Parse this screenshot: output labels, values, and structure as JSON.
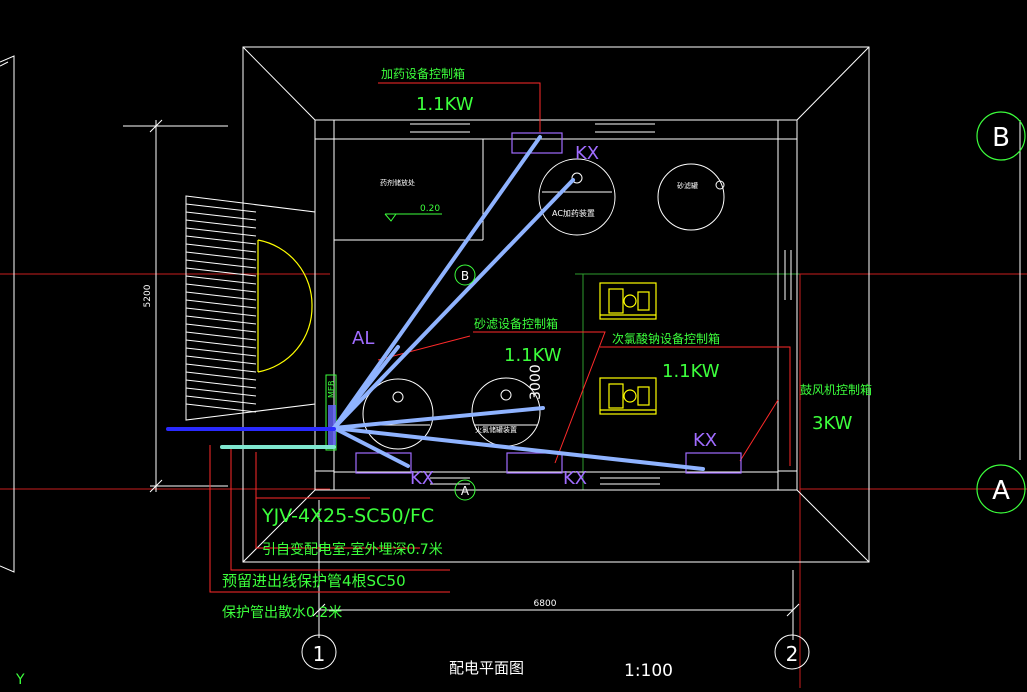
{
  "drawing": {
    "title": "配电平面图",
    "scale": "1:100"
  },
  "colors": {
    "background": "#000000",
    "wall": "#ffffff",
    "label_green": "#3cff3c",
    "leader_red": "#ff2a2a",
    "cable_light_blue": "#8fb3ff",
    "cable_blue": "#2a2aff",
    "cable_cyan": "#7fe7d0",
    "box_purple": "#a06cff",
    "equipment_yellow": "#ffff00",
    "grid_red": "#c81e1e",
    "grid_green": "#2e9d2e"
  },
  "axes": {
    "axis_b": "B",
    "axis_a": "A",
    "axis_1": "1",
    "axis_2": "2",
    "marker_b": "B",
    "marker_a": "A"
  },
  "dimensions": {
    "vertical": "5200",
    "horizontal": "6800",
    "equipment_gap": "3000"
  },
  "room": {
    "subroom_label": "药剂储放处",
    "elevation": "0.20",
    "tank_ac_label": "AC加药装置",
    "tank_right_label": "砂滤罐",
    "tank_lower_right_label": "火氯储罐装置"
  },
  "panels": {
    "al_label": "AL",
    "kx_top": "KX",
    "kx_bottom_left": "KX",
    "kx_bottom_mid": "KX",
    "kx_bottom_right": "KX",
    "mbe_label": "MEB"
  },
  "annotations": {
    "dosing_box_name": "加药设备控制箱",
    "dosing_box_power": "1.1KW",
    "filter_box_name": "砂滤设备控制箱",
    "filter_box_power": "1.1KW",
    "chlorine_box_name": "次氯酸钠设备控制箱",
    "chlorine_box_power": "1.1KW",
    "fan_box_name": "鼓风机控制箱",
    "fan_box_power": "3KW",
    "cable_spec": "YJV-4X25-SC50/FC",
    "cable_source": "引自变配电室,室外埋深0.7米",
    "conduit_spec": "预留进出线保护管4根SC50",
    "conduit_depth": "保护管出散水0.2米"
  },
  "corner": {
    "y_axis_glyph": "Y"
  }
}
